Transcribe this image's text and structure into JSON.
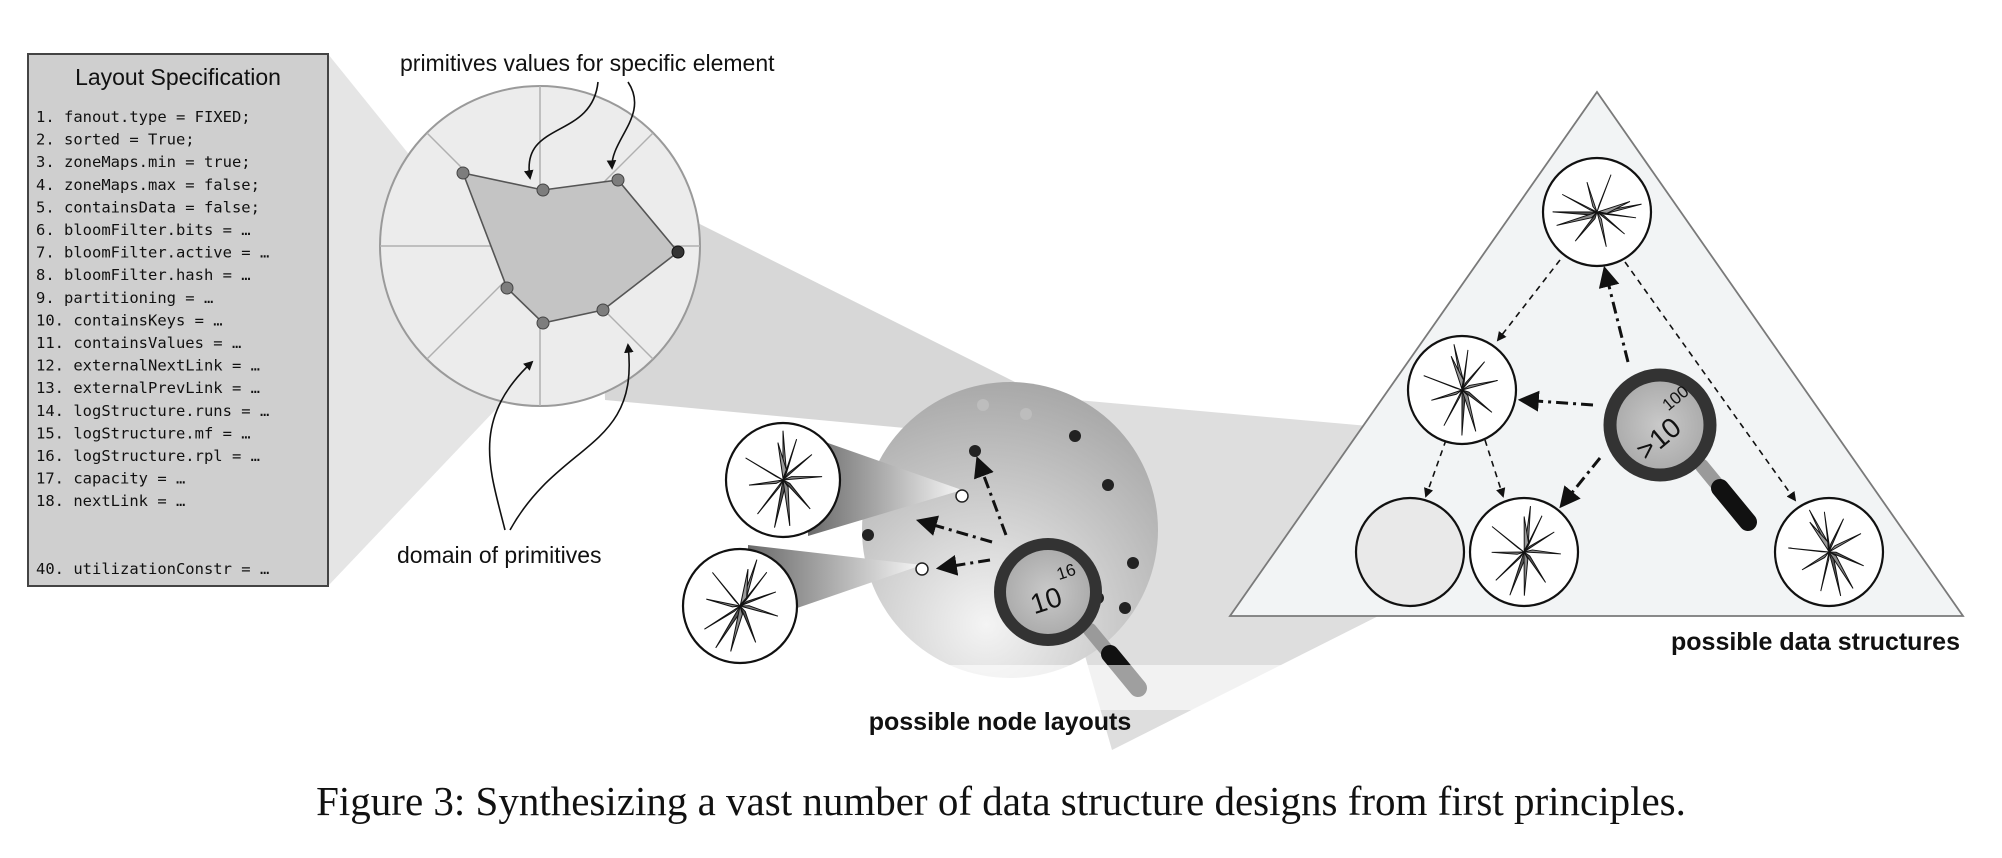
{
  "layout_spec": {
    "title": "Layout Specification",
    "lines": [
      "1. fanout.type = FIXED;",
      "2. sorted = True;",
      "3. zoneMaps.min = true;",
      "4. zoneMaps.max = false;",
      "5. containsData = false;",
      "6. bloomFilter.bits = …",
      "7. bloomFilter.active = …",
      "8. bloomFilter.hash = …",
      "9. partitioning = …",
      "10. containsKeys = …",
      "11. containsValues = …",
      "12. externalNextLink = …",
      "13. externalPrevLink = …",
      "14. logStructure.runs = …",
      "15. logStructure.mf = …",
      "16. logStructure.rpl = …",
      "17. capacity = …",
      "18. nextLink = …"
    ],
    "last_line": "40. utilizationConstr = …"
  },
  "labels": {
    "primitives_values": "primitives values for specific element",
    "domain_primitives": "domain of primitives",
    "node_layouts": "possible node  layouts",
    "data_structures": "possible data structures"
  },
  "magnifiers": {
    "node": {
      "base": "10",
      "exp": "16"
    },
    "structure": {
      "prefix": ">",
      "base": "10",
      "exp": "100"
    }
  },
  "caption": "Figure 3: Synthesizing a vast number of data structure designs from first principles.",
  "colors": {
    "panel_fill": "#cfcfcf",
    "beam_fill": "#d4d4d4",
    "radar_fill": "#c4c4c4",
    "dot_gray": "#7d7d7d",
    "lens_ring": "#333333",
    "triangle_fill": "#f2f4f5"
  }
}
